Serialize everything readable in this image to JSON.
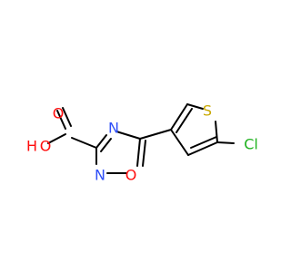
{
  "molecule": {
    "atoms": {
      "O1": {
        "label": "O",
        "color": "#ff0d0d"
      },
      "O2": {
        "label": "O",
        "color": "#ff0d0d"
      },
      "H": {
        "label": "H",
        "color": "#ff0d0d"
      },
      "N1": {
        "label": "N",
        "color": "#3050f8"
      },
      "N2": {
        "label": "N",
        "color": "#3050f8"
      },
      "O3": {
        "label": "O",
        "color": "#ff0d0d"
      },
      "S": {
        "label": "S",
        "color": "#c8a800"
      },
      "Cl": {
        "label": "Cl",
        "color": "#1fb21f"
      }
    }
  }
}
